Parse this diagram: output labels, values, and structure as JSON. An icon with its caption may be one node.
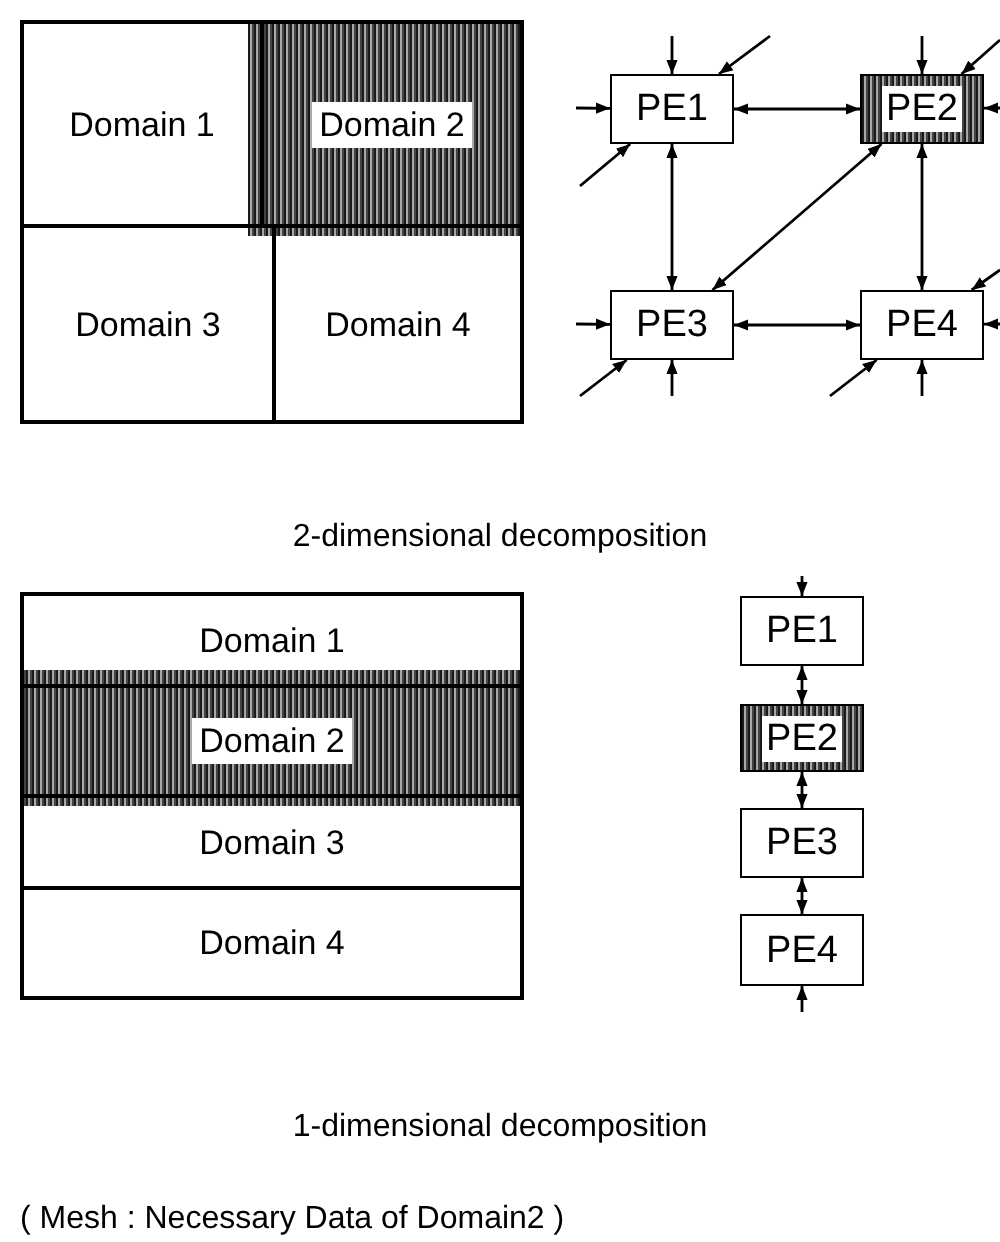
{
  "diagram": {
    "nodes": [
      {
        "text": [
          "Domain 1"
        ]
      },
      {
        "text": [
          "Domain 2"
        ]
      },
      {
        "text": [
          "Domain 3"
        ]
      },
      {
        "text": [
          "Domain 4"
        ]
      },
      {
        "text": [
          "PE1"
        ]
      },
      {
        "text": [
          "PE2"
        ]
      },
      {
        "text": [
          "PE3"
        ]
      },
      {
        "text": [
          "PE4"
        ]
      },
      {
        "text": [
          "Domain 1"
        ]
      },
      {
        "text": [
          "Domain 2"
        ]
      },
      {
        "text": [
          "Domain 3"
        ]
      },
      {
        "text": [
          "Domain 4"
        ]
      },
      {
        "text": [
          "PE1"
        ]
      },
      {
        "text": [
          "PE2"
        ]
      },
      {
        "text": [
          "PE3"
        ]
      },
      {
        "text": [
          "PE4"
        ]
      }
    ],
    "edges": [
      {
        "from": 4,
        "to": 5,
        "arrow": "both"
      },
      {
        "from": 4,
        "to": 6,
        "arrow": "both"
      },
      {
        "from": 5,
        "to": 7,
        "arrow": "both"
      },
      {
        "from": 6,
        "to": 7,
        "arrow": "both"
      },
      {
        "from": 5,
        "to": 6,
        "arrow": "both"
      },
      {
        "from": null,
        "to": 4,
        "arrow": "to"
      },
      {
        "from": null,
        "to": 4,
        "arrow": "to"
      },
      {
        "from": null,
        "to": 4,
        "arrow": "to"
      },
      {
        "from": null,
        "to": 4,
        "arrow": "to"
      },
      {
        "from": null,
        "to": 5,
        "arrow": "to"
      },
      {
        "from": null,
        "to": 5,
        "arrow": "to"
      },
      {
        "from": null,
        "to": 5,
        "arrow": "to"
      },
      {
        "from": null,
        "to": 6,
        "arrow": "to"
      },
      {
        "from": null,
        "to": 6,
        "arrow": "to"
      },
      {
        "from": null,
        "to": 6,
        "arrow": "to"
      },
      {
        "from": null,
        "to": 7,
        "arrow": "to"
      },
      {
        "from": null,
        "to": 7,
        "arrow": "to"
      },
      {
        "from": null,
        "to": 7,
        "arrow": "to"
      },
      {
        "from": null,
        "to": 7,
        "arrow": "to"
      },
      {
        "from": null,
        "to": 12,
        "arrow": "to"
      },
      {
        "from": 12,
        "to": 13,
        "arrow": "both"
      },
      {
        "from": 13,
        "to": 14,
        "arrow": "both"
      },
      {
        "from": 14,
        "to": 15,
        "arrow": "both"
      },
      {
        "from": null,
        "to": 15,
        "arrow": "to"
      }
    ],
    "labels": [
      "2-dimensional decomposition",
      "1-dimensional decomposition",
      "( Mesh : Necessary Data of Domain2 )"
    ]
  }
}
